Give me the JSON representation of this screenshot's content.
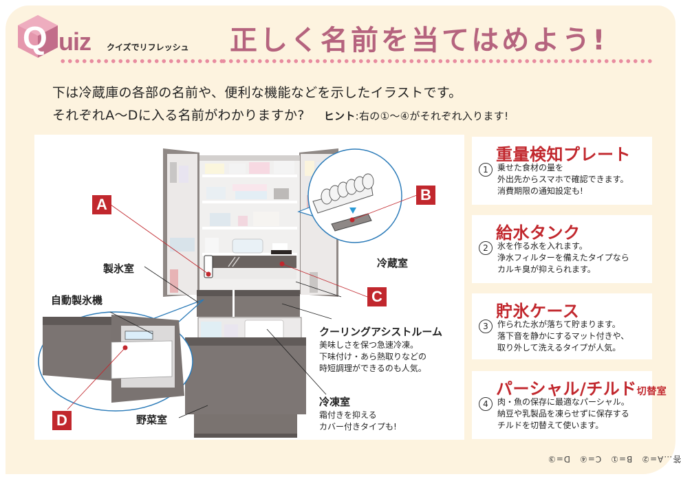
{
  "header": {
    "logo_letter": "Q",
    "logo_word": "uiz",
    "logo_subtitle": "クイズでリフレッシュ",
    "title": "正しく名前を当てはめよう!"
  },
  "colors": {
    "brand_pink": "#b5637e",
    "dot_pink": "#e88ca0",
    "marker_red": "#c1272d",
    "background": "#fdf3df",
    "zoom_circle_blue": "#2a7ab8"
  },
  "intro": {
    "line1": "下は冷蔵庫の各部の名前や、便利な機能などを示したイラストです。",
    "line2": "それぞれA～Dに入る名前がわかりますか?",
    "hint_label": "ヒント",
    "hint_text": ":右の①～④がそれぞれ入ります!"
  },
  "illustration": {
    "markers": [
      "A",
      "B",
      "C",
      "D"
    ],
    "labels": {
      "ice_room": "製氷室",
      "auto_ice_maker": "自動製氷機",
      "fridge_room": "冷蔵室",
      "vegetable_room": "野菜室",
      "cooling_assist": "クーリングアシストルーム",
      "cooling_assist_desc": [
        "美味しさを保つ急速冷凍。",
        "下味付け・あら熱取りなどの",
        "時短調理ができるのも人気。"
      ],
      "freezer": "冷凍室",
      "freezer_desc": [
        "霜付きを抑える",
        "カバー付きタイプも!"
      ]
    }
  },
  "options": [
    {
      "num": "①",
      "title": "重量検知プレート",
      "title_suffix": "",
      "desc": [
        "乗せた食材の量を",
        "外出先からスマホで確認できます。",
        "消費期限の通知設定も!"
      ]
    },
    {
      "num": "②",
      "title": "給水タンク",
      "title_suffix": "",
      "desc": [
        "氷を作る水を入れます。",
        "浄水フィルターを備えたタイプなら",
        "カルキ臭が抑えられます。"
      ]
    },
    {
      "num": "③",
      "title": "貯氷ケース",
      "title_suffix": "",
      "desc": [
        "作られた氷が落ちて貯まります。",
        "落下音を静かにするマット付きや、",
        "取り外して洗えるタイプが人気。"
      ]
    },
    {
      "num": "④",
      "title": "パーシャル/チルド",
      "title_suffix": "切替室",
      "desc": [
        "肉・魚の保存に最適なパーシャル。",
        "納豆や乳製品を凍らせずに保存する",
        "チルドを切替えて使います。"
      ]
    }
  ],
  "answer": "答…A=②　B=①　C=④　D=③"
}
